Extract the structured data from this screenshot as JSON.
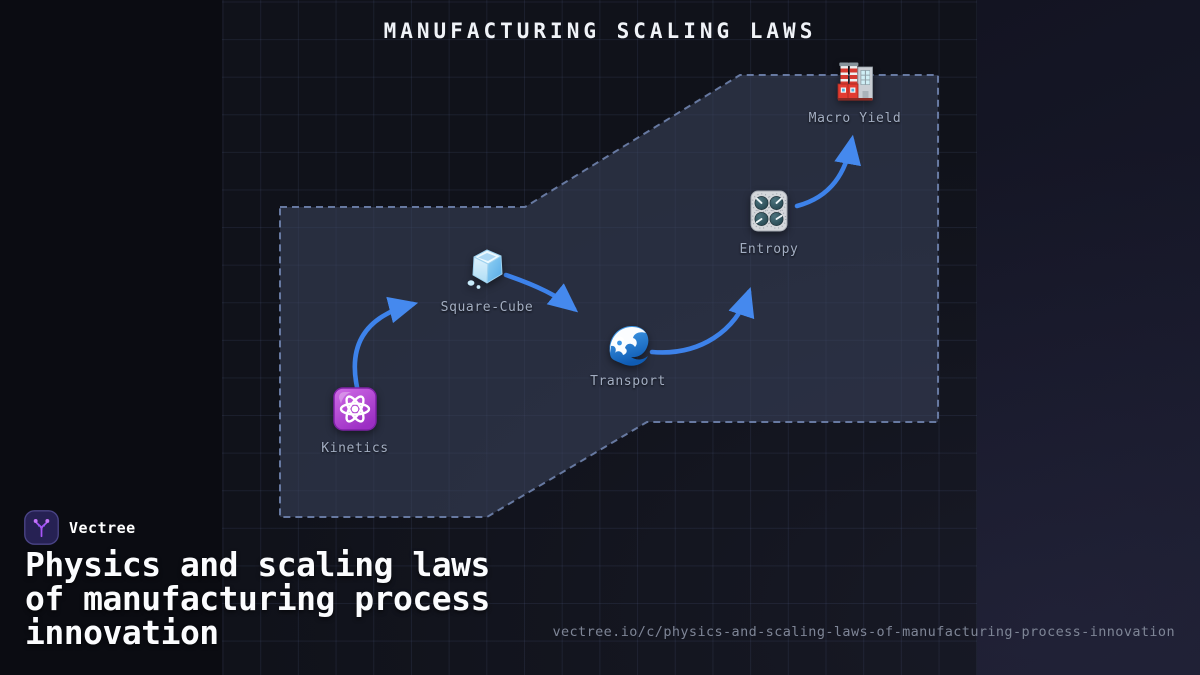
{
  "page": {
    "title": "MANUFACTURING SCALING LAWS"
  },
  "flow": {
    "nodes": [
      {
        "id": "kinetics",
        "label": "Kinetics",
        "icon": "atom-icon"
      },
      {
        "id": "square-cube",
        "label": "Square-Cube",
        "icon": "ice-cube-icon"
      },
      {
        "id": "transport",
        "label": "Transport",
        "icon": "water-wave-icon"
      },
      {
        "id": "entropy",
        "label": "Entropy",
        "icon": "control-knobs-icon"
      },
      {
        "id": "macro-yield",
        "label": "Macro Yield",
        "icon": "factory-icon"
      }
    ],
    "edges": [
      {
        "from": "Kinetics",
        "to": "Square-Cube"
      },
      {
        "from": "Square-Cube",
        "to": "Transport"
      },
      {
        "from": "Transport",
        "to": "Entropy"
      },
      {
        "from": "Entropy",
        "to": "Macro Yield"
      }
    ]
  },
  "brand": {
    "name": "Vectree",
    "logo": "vectree-logo-icon"
  },
  "footer": {
    "title_lines": [
      "Physics and scaling laws",
      "of manufacturing process",
      "innovation"
    ],
    "url": "vectree.io/c/physics-and-scaling-laws-of-manufacturing-process-innovation"
  },
  "colors": {
    "background": "#0b0c12",
    "accent_blue": "#3d82ea",
    "region_fill": "#272e3f",
    "region_border": "#6779a1",
    "node_label": "#a3aec2",
    "logo_purple": "#a855f7"
  }
}
